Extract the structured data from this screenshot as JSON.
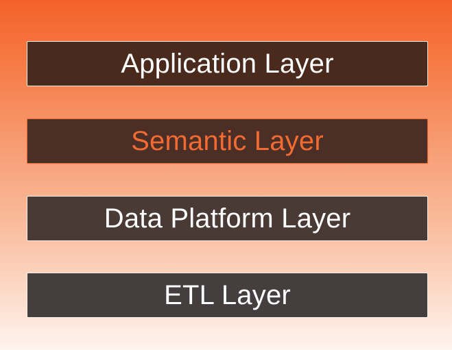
{
  "layers": [
    {
      "label": "Application Layer",
      "background": "#4a2a1d",
      "text_color": "#ffffff",
      "highlighted": false
    },
    {
      "label": "Semantic Layer",
      "background": "#4b2e25",
      "text_color": "#f26b32",
      "highlighted": true
    },
    {
      "label": "Data Platform Layer",
      "background": "#4a3a36",
      "text_color": "#ffffff",
      "highlighted": false
    },
    {
      "label": "ETL Layer",
      "background": "#443f3e",
      "text_color": "#ffffff",
      "highlighted": false
    }
  ],
  "colors": {
    "accent": "#f26b32",
    "background_top": "#f4622a",
    "background_bottom": "#fff4ee"
  }
}
